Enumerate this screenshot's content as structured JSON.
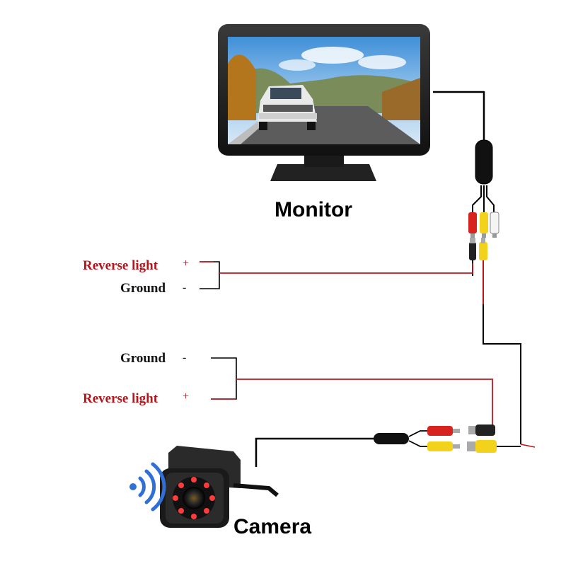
{
  "labels": {
    "monitor": "Monitor",
    "camera": "Camera"
  },
  "top_group": {
    "reverse_light": "Reverse light",
    "reverse_sign": "+",
    "ground": "Ground",
    "ground_sign": "-"
  },
  "bottom_group": {
    "ground": "Ground",
    "ground_sign": "-",
    "reverse_light": "Reverse light",
    "reverse_sign": "+"
  },
  "colors": {
    "power_wire": "#c0141a",
    "signal_wire": "#000000",
    "rca_yellow": "#f2d21a",
    "rca_red": "#d8241f",
    "rca_white": "#f4f4f4",
    "camera_led": "#ff3b3b",
    "wifi_icon": "#2f6fd6"
  }
}
